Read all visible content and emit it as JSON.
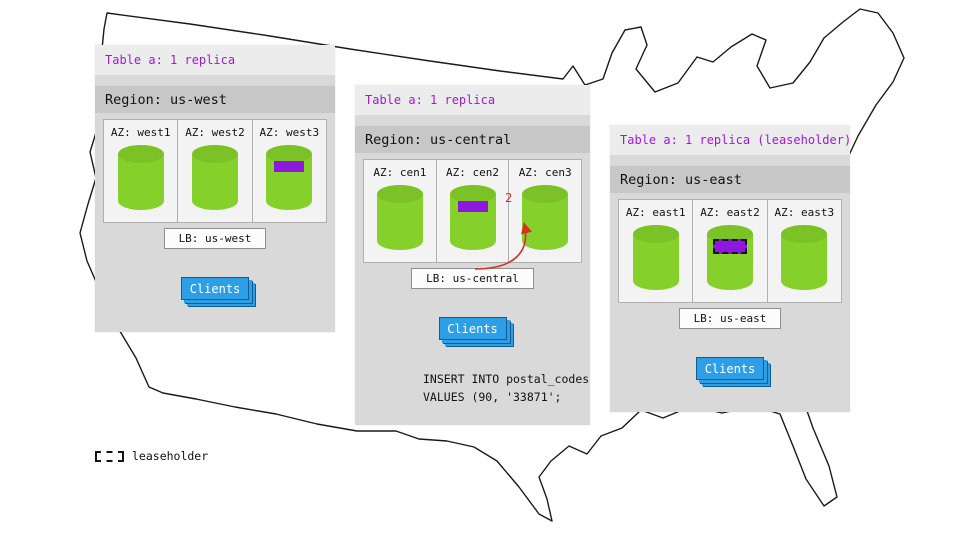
{
  "regions": [
    {
      "id": "us-west",
      "table_label": "Table a: 1 replica",
      "region_label": "Region: us-west",
      "azs": [
        {
          "label": "AZ: west1",
          "replica": false,
          "leaseholder": false
        },
        {
          "label": "AZ: west2",
          "replica": false,
          "leaseholder": false
        },
        {
          "label": "AZ: west3",
          "replica": true,
          "leaseholder": false
        }
      ],
      "lb_label": "LB: us-west",
      "clients_label": "Clients"
    },
    {
      "id": "us-central",
      "table_label": "Table a: 1 replica",
      "region_label": "Region: us-central",
      "azs": [
        {
          "label": "AZ: cen1",
          "replica": false,
          "leaseholder": false
        },
        {
          "label": "AZ: cen2",
          "replica": true,
          "leaseholder": false
        },
        {
          "label": "AZ: cen3",
          "replica": false,
          "leaseholder": false
        }
      ],
      "lb_label": "LB: us-central",
      "clients_label": "Clients",
      "arrow_label": "2",
      "sql_text": "INSERT INTO postal_codes\nVALUES (90, '33871';"
    },
    {
      "id": "us-east",
      "table_label": "Table a: 1 replica (leaseholder)",
      "region_label": "Region: us-east",
      "azs": [
        {
          "label": "AZ: east1",
          "replica": false,
          "leaseholder": false
        },
        {
          "label": "AZ: east2",
          "replica": true,
          "leaseholder": true
        },
        {
          "label": "AZ: east3",
          "replica": false,
          "leaseholder": false
        }
      ],
      "lb_label": "LB: us-east",
      "clients_label": "Clients"
    }
  ],
  "legend": {
    "label": "leaseholder"
  },
  "colors": {
    "replica_purple": "#8e17e0",
    "header_text_purple": "#a318d8",
    "cylinder_green": "#86d02b",
    "clients_blue": "#2d9fe6",
    "arrow_red": "#d93025"
  }
}
